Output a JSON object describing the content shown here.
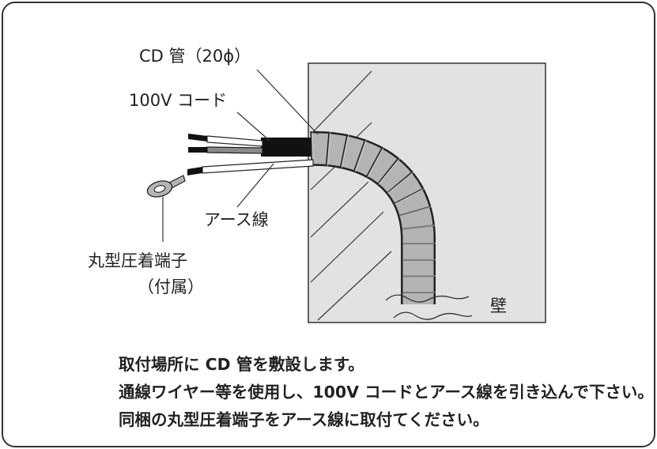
{
  "labels": {
    "cd_tube": "CD 管（20ϕ）",
    "cord": "100V コード",
    "earth_wire": "アース線",
    "terminal": "丸型圧着端子",
    "terminal_note": "（付属）",
    "wall": "壁"
  },
  "instructions": [
    "取付場所に CD 管を敷設します。",
    "通線ワイヤー等を使用し、100V コードとアース線を引き込んで下さい。",
    "同梱の丸型圧着端子をアース線に取付てください。"
  ],
  "colors": {
    "line": "#222222",
    "wall_fill": "#e2e2e2",
    "tube_fill": "#b4b4b4",
    "wire_white": "#ffffff",
    "wire_gray": "#8a8a8a"
  }
}
